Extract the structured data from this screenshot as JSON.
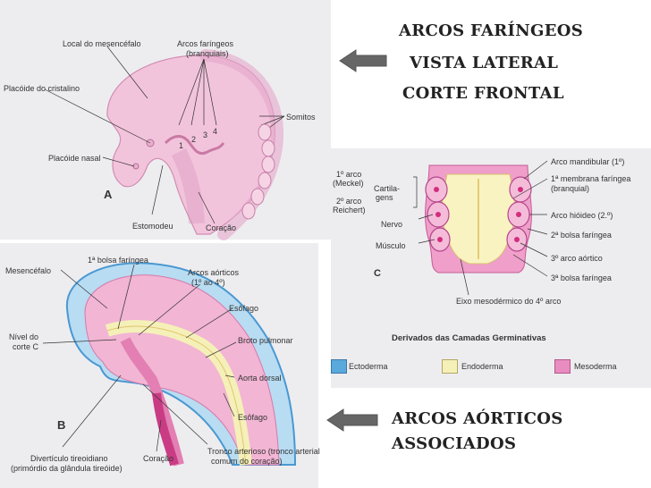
{
  "titles": {
    "top_line1": "ARCOS FARÍNGEOS",
    "top_line2": "VISTA LATERAL",
    "top_line3": "CORTE FRONTAL",
    "bottom_line1": "ARCOS AÓRTICOS",
    "bottom_line2": "ASSOCIADOS"
  },
  "panel_a": {
    "letter": "A",
    "labels": {
      "mesencefalo": "Local do mesencéfalo",
      "arcos": "Arcos faríngeos",
      "arcos2": "(branquiais)",
      "cristalino": "Placóide do cristalino",
      "somitos": "Somitos",
      "nasal": "Placóide nasal",
      "estomodeu": "Estomodeu",
      "coracao": "Coração"
    },
    "arch_numbers": [
      "1",
      "2",
      "3",
      "4"
    ]
  },
  "panel_b": {
    "letter": "B",
    "labels": {
      "bolsa": "1ª bolsa faríngea",
      "mesencefalo": "Mesencéfalo",
      "aorticos": "Arcos aórticos",
      "aorticos2": "(1º ao 4º)",
      "esofago_top": "Esôfago",
      "nivel1": "Nível do",
      "nivel2": "corte C",
      "broto": "Broto pulmonar",
      "aorta": "Aorta dorsal",
      "esofago_bottom": "Esôfago",
      "diverticulo1": "Divertículo tireoidiano",
      "diverticulo2": "(primórdio da glândula tireóide)",
      "coracao": "Coração",
      "tronco1": "Tronco arterioso (tronco arterial",
      "tronco2": "comum do coração)"
    }
  },
  "panel_c": {
    "letter": "C",
    "labels": {
      "arco1a": "1º arco",
      "arco1b": "(Meckel)",
      "arco2a": "2º arco",
      "arco2b": "Reichert)",
      "cart1": "Cartila-",
      "cart2": "gens",
      "nervo": "Nervo",
      "musculo": "Músculo",
      "mandibular": "Arco mandibular (1º)",
      "membrana1": "1ª membrana faríngea",
      "membrana2": "(branquial)",
      "hioideo": "Arco hióideo (2.º)",
      "bolsa2": "2ª bolsa faríngea",
      "aortico3": "3º arco aórtico",
      "bolsa3": "3ª bolsa faríngea",
      "eixo": "Eixo mesodérmico do 4º arco"
    }
  },
  "legend": {
    "title": "Derivados das Camadas Germinativas",
    "items": [
      {
        "label": "Ectoderma",
        "color": "#5aa9dc"
      },
      {
        "label": "Endoderma",
        "color": "#f5f0b8"
      },
      {
        "label": "Mesoderma",
        "color": "#e98cc0"
      }
    ]
  }
}
